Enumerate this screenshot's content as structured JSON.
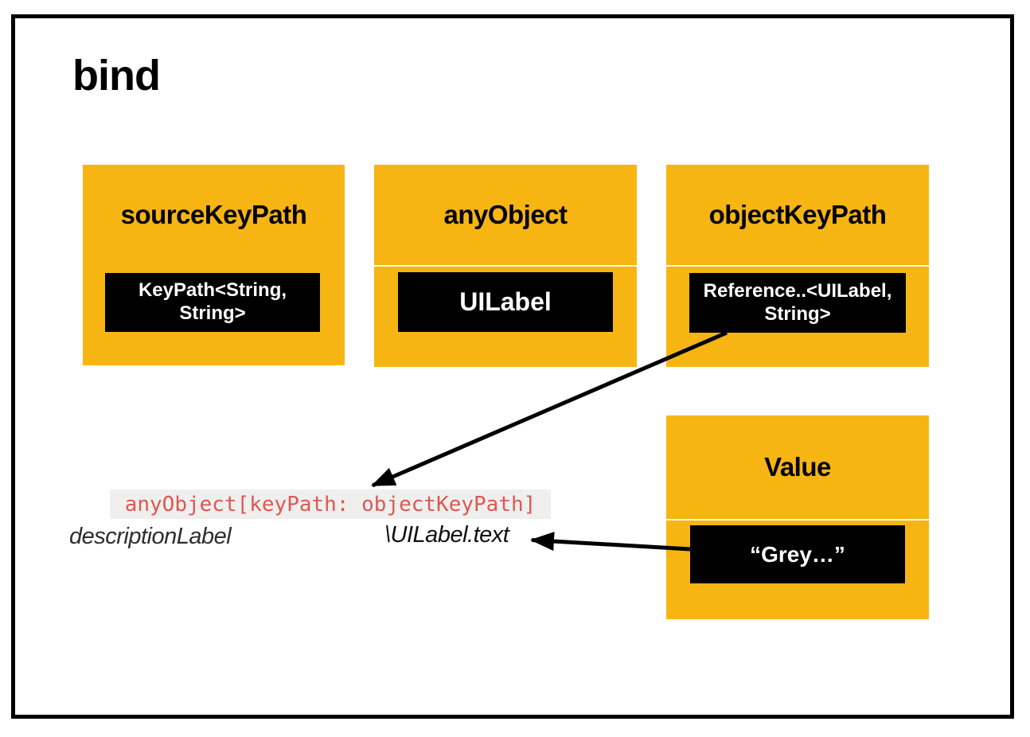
{
  "slide": {
    "title": "bind"
  },
  "cards": [
    {
      "title": "sourceKeyPath",
      "chip": "KeyPath<String, String>"
    },
    {
      "title": "anyObject",
      "chip": "UILabel"
    },
    {
      "title": "objectKeyPath",
      "chip": "Reference..<UILabel, String>"
    },
    {
      "title": "Value",
      "chip": "“Grey…”"
    }
  ],
  "code_line": "anyObject[keyPath: objectKeyPath]",
  "annotations": {
    "description_label": "descriptionLabel",
    "uilabel_keypath": "\\UILabel.text"
  },
  "arrows": [
    {
      "name": "objectKeyPath-chip-to-code",
      "from": "Reference..<UILabel, String> chip",
      "to": "code line"
    },
    {
      "name": "value-chip-to-uilabel-text",
      "from": "“Grey…” chip",
      "to": "\\UILabel.text"
    }
  ],
  "colors": {
    "card_yellow": "#F6B513",
    "chip_bg": "#000000",
    "chip_text": "#FFFFFF",
    "code_text": "#DD5853",
    "code_bg": "#EFEFED",
    "arrow": "#000000",
    "frame_border": "#000000"
  }
}
